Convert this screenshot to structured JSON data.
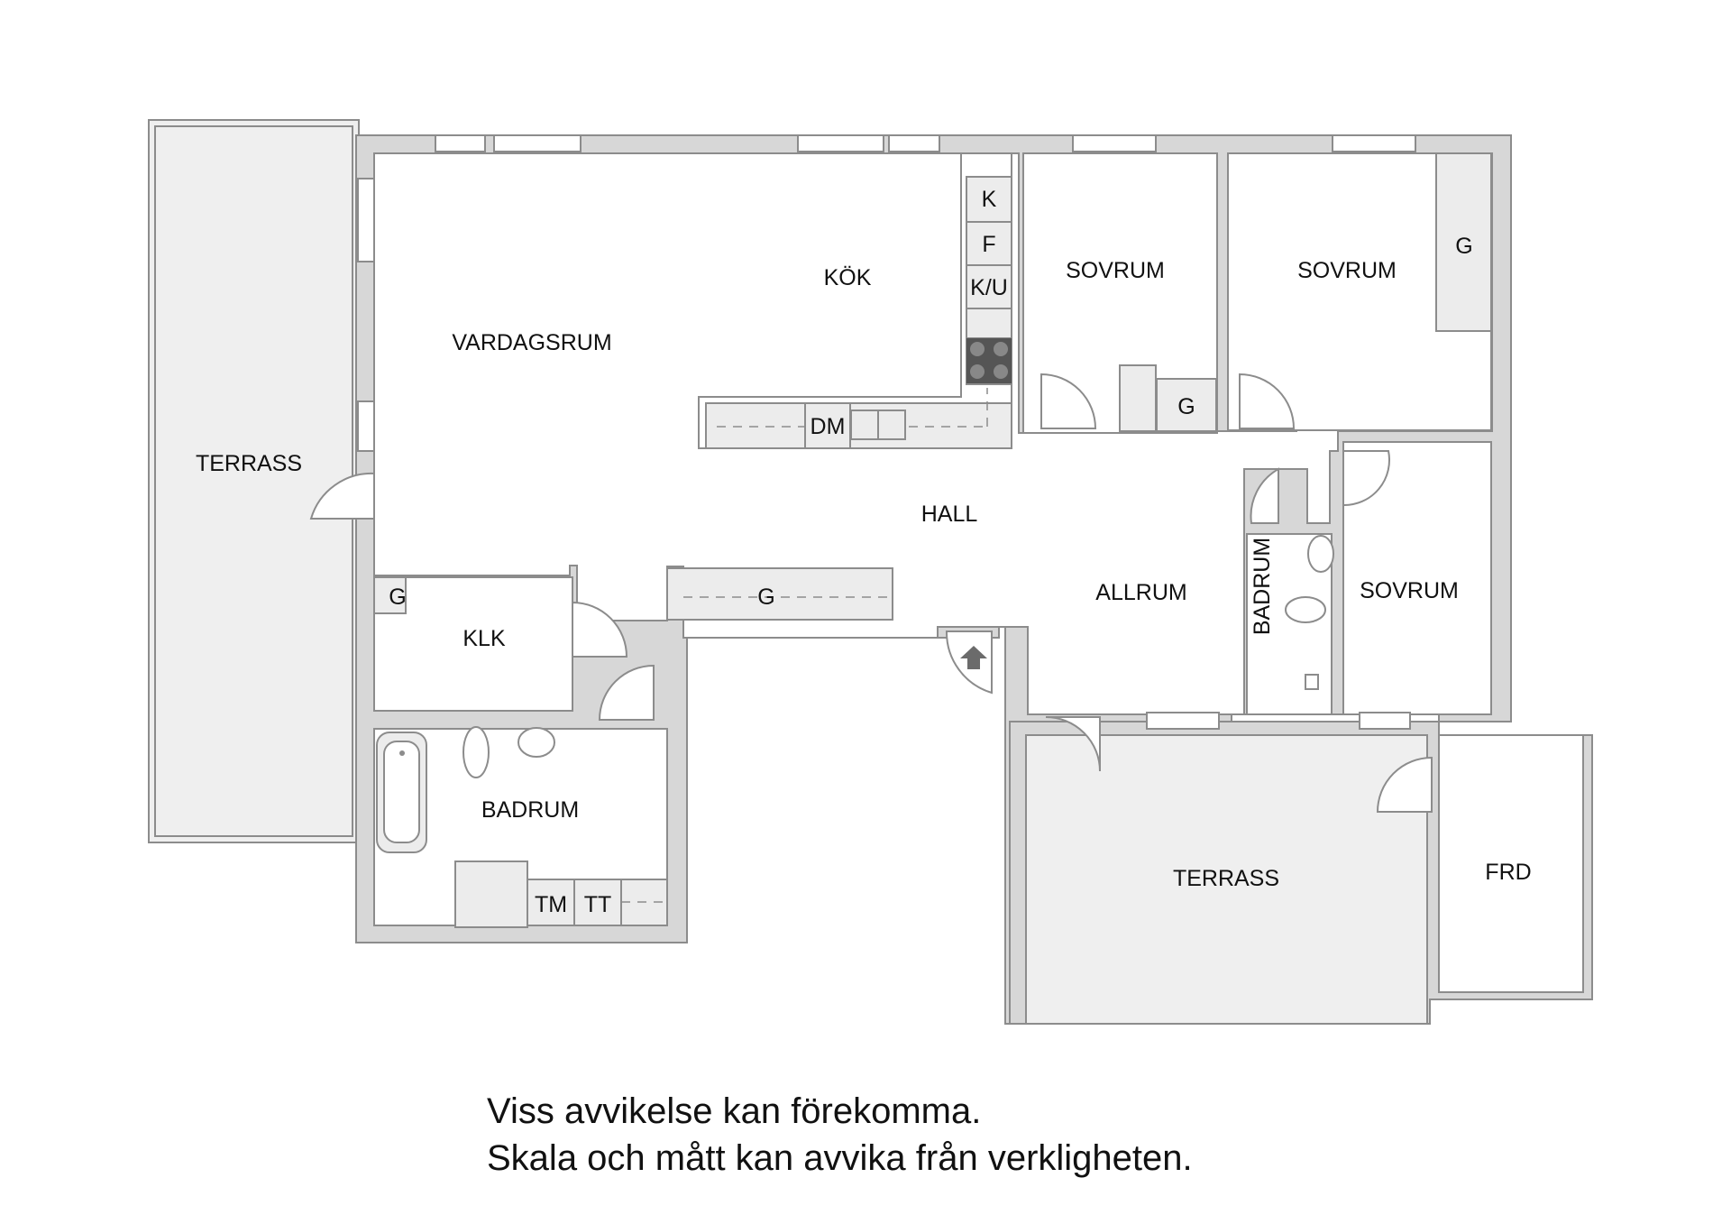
{
  "rooms": {
    "terrass_west": "TERRASS",
    "vardagsrum": "VARDAGSRUM",
    "kok": "KÖK",
    "sovrum_1": "SOVRUM",
    "sovrum_2": "SOVRUM",
    "sovrum_3": "SOVRUM",
    "hall": "HALL",
    "allrum": "ALLRUM",
    "badrum_small": "BADRUM",
    "klk": "KLK",
    "badrum_large": "BADRUM",
    "terrass_south": "TERRASS",
    "frd": "FRD"
  },
  "fixtures": {
    "k": "K",
    "f": "F",
    "ku": "K/U",
    "dm": "DM",
    "g_sovrum2": "G",
    "g_sovrum1": "G",
    "g_hall": "G",
    "g_klk": "G",
    "tm": "TM",
    "tt": "TT"
  },
  "disclaimer": {
    "line1": "Viss avvikelse kan förekomma.",
    "line2": "Skala och mått kan avvika från verkligheten."
  }
}
